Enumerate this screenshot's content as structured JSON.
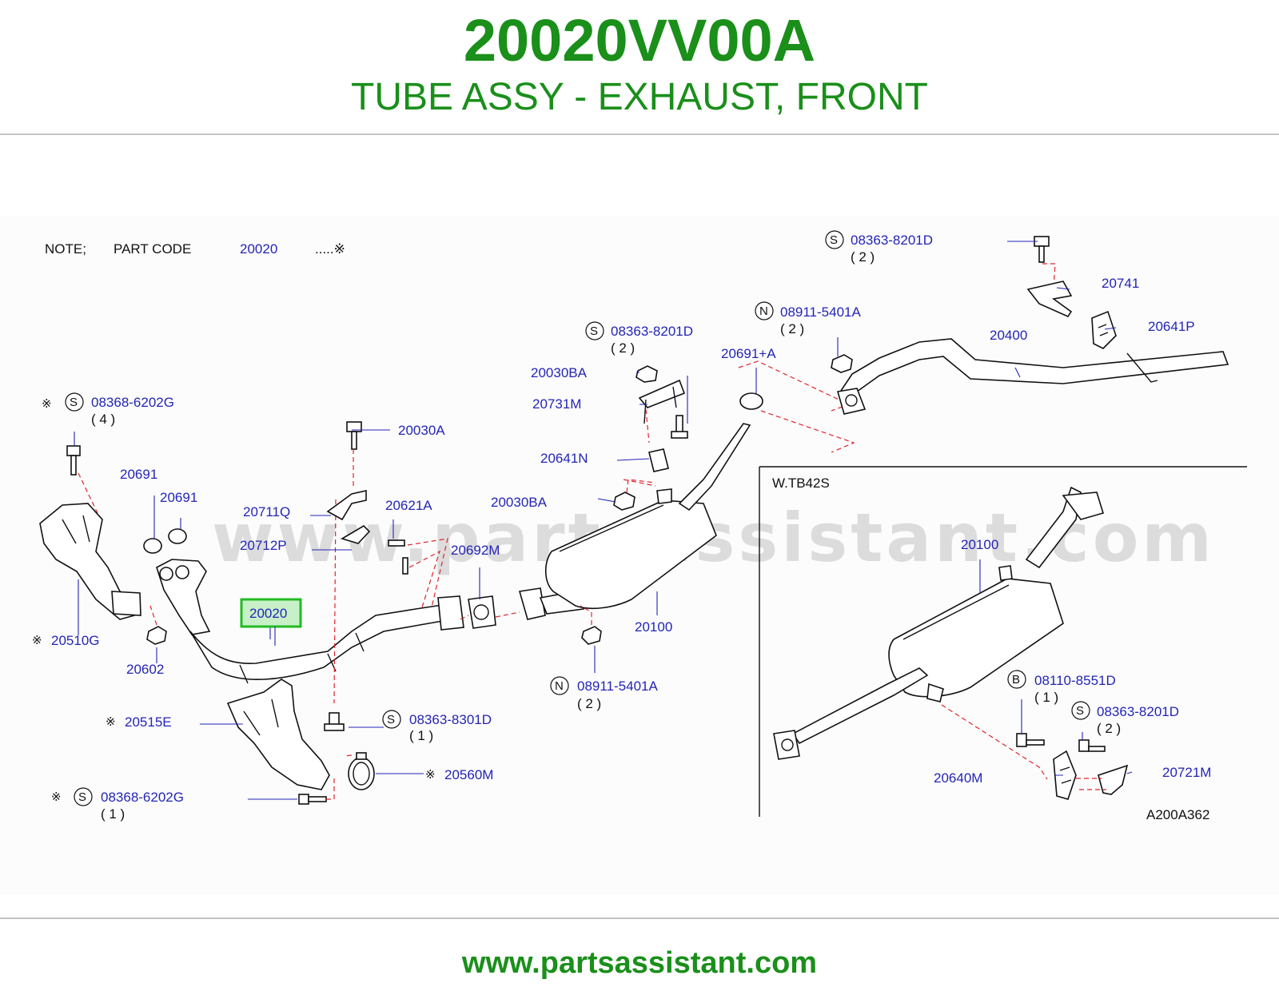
{
  "header": {
    "part_number": "20020VV00A",
    "part_name": "TUBE ASSY - EXHAUST, FRONT"
  },
  "diagram": {
    "note_prefix": "NOTE;",
    "note_part_code_label": "PART  CODE",
    "note_code": "20020",
    "note_suffix": ".....※",
    "inset_title": "W.TB42S",
    "figure_code": "A200A362",
    "watermark": "www.partsassistant.com",
    "highlighted_part": "20020",
    "callouts": {
      "c20691_1": "20691",
      "c20691_2": "20691",
      "c20510G": "20510G",
      "c20602": "20602",
      "c20515E": "20515E",
      "c08368_top": "08368-6202G",
      "c08368_top_qty": "( 4 )",
      "c08368_bot": "08368-6202G",
      "c08368_bot_qty": "( 1 )",
      "c20030A": "20030A",
      "c20711Q": "20711Q",
      "c20712P": "20712P",
      "c20621A": "20621A",
      "c20692M": "20692M",
      "c08363_8301D": "08363-8301D",
      "c08363_8301D_qty": "( 1 )",
      "c20560M": "20560M",
      "c20030BA_1": "20030BA",
      "c20731M": "20731M",
      "c20641N": "20641N",
      "c20030BA_2": "20030BA",
      "c08363_mid": "08363-8201D",
      "c08363_mid_qty": "( 2 )",
      "c20691A": "20691+A",
      "c08911_top": "08911-5401A",
      "c08911_top_qty": "( 2 )",
      "c08911_bot": "08911-5401A",
      "c08911_bot_qty": "( 2 )",
      "c20100": "20100",
      "c20100_inset": "20100",
      "c08363_tr": "08363-8201D",
      "c08363_tr_qty": "( 2 )",
      "c20741": "20741",
      "c20400": "20400",
      "c20641P": "20641P",
      "c08110": "08110-8551D",
      "c08110_qty": "( 1 )",
      "c08363_inset": "08363-8201D",
      "c08363_inset_qty": "( 2 )",
      "c20640M": "20640M",
      "c20721M": "20721M"
    },
    "markers": {
      "S": "S",
      "N": "N",
      "B": "B",
      "ref": "※"
    }
  },
  "footer": {
    "url": "www.partsassistant.com"
  },
  "colors": {
    "title_green": "#1a8f1a",
    "label_blue": "#2424b8",
    "highlight_green": "#22bb22",
    "dashed_red": "#e0242c"
  }
}
